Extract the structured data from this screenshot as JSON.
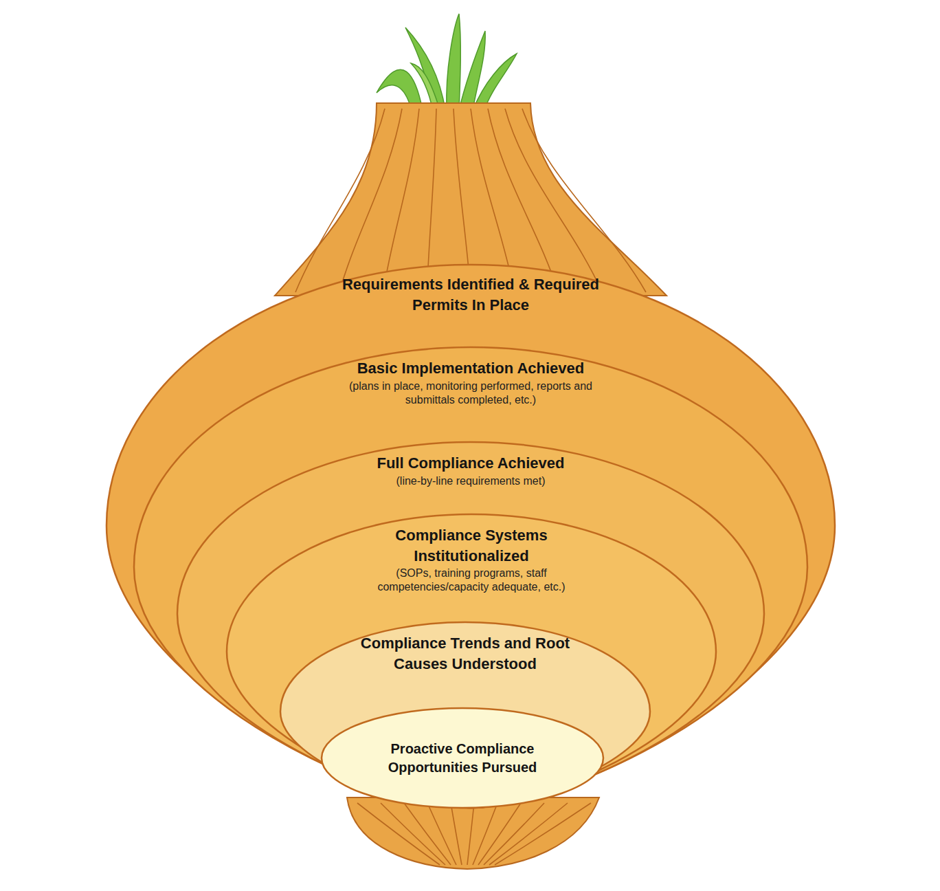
{
  "diagram": {
    "nodes": [
      {
        "text": [
          "Requirements Identified & Required Permits In Place"
        ]
      },
      {
        "text": [
          "Basic Implementation Achieved",
          "(plans in place, monitoring performed, reports and submittals completed, etc.)"
        ],
        "in": 0
      },
      {
        "text": [
          "Full Compliance Achieved",
          "(line-by-line requirements met)"
        ],
        "in": 1
      },
      {
        "text": [
          "Compliance Systems Institutionalized",
          "(SOPs, training programs, staff competencies/capacity adequate, etc.)"
        ],
        "in": 2
      },
      {
        "text": [
          "Compliance Trends and Root Causes Understood"
        ],
        "in": 3
      },
      {
        "text": [
          "Proactive Compliance Opportunities Pursued"
        ],
        "in": 4
      }
    ]
  }
}
